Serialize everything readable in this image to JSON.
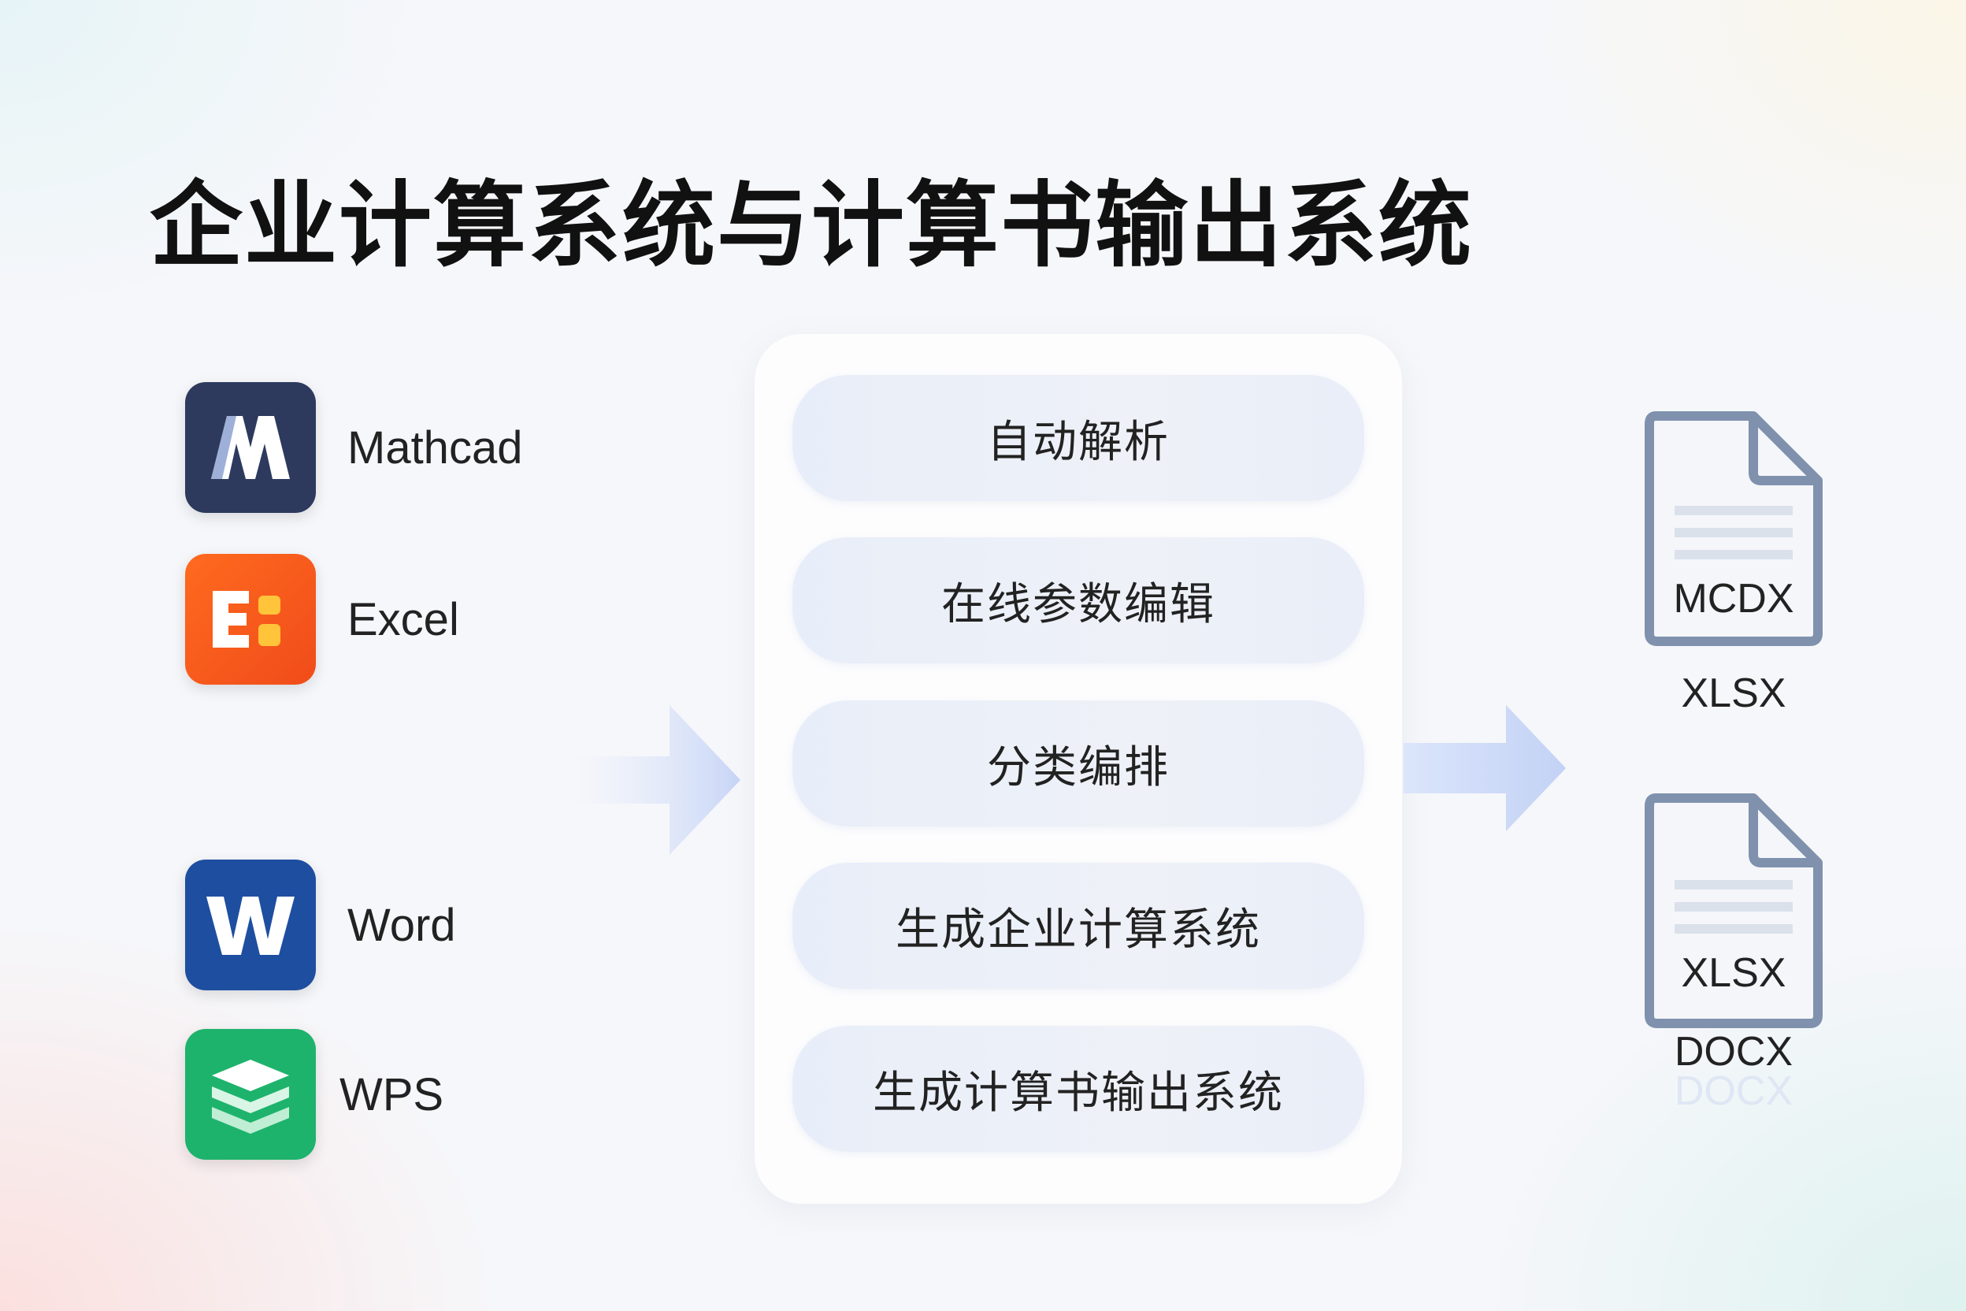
{
  "title": "企业计算系统与计算书输出系统",
  "inputs": [
    {
      "label": "Mathcad",
      "icon": "mathcad-icon",
      "glyph": "M",
      "color": "#2d3a5e"
    },
    {
      "label": "Excel",
      "icon": "excel-icon",
      "glyph": "E",
      "color": "#f05a1c"
    },
    {
      "label": "Word",
      "icon": "word-icon",
      "glyph": "W",
      "color": "#1e4ea0"
    },
    {
      "label": "WPS",
      "icon": "wps-icon",
      "glyph": "",
      "color": "#1eb36c"
    }
  ],
  "steps": [
    "自动解析",
    "在线参数编辑",
    "分类编排",
    "生成企业计算系统",
    "生成计算书输出系统"
  ],
  "outputs": [
    {
      "file_label": "MCDX",
      "caption": "XLSX"
    },
    {
      "file_label": "XLSX",
      "caption": "DOCX",
      "caption_reflection": "DOCX"
    }
  ],
  "colors": {
    "arrow": "#c9d6f5",
    "doc_stroke": "#7f91ad",
    "step_bg": "#e9eef8"
  }
}
